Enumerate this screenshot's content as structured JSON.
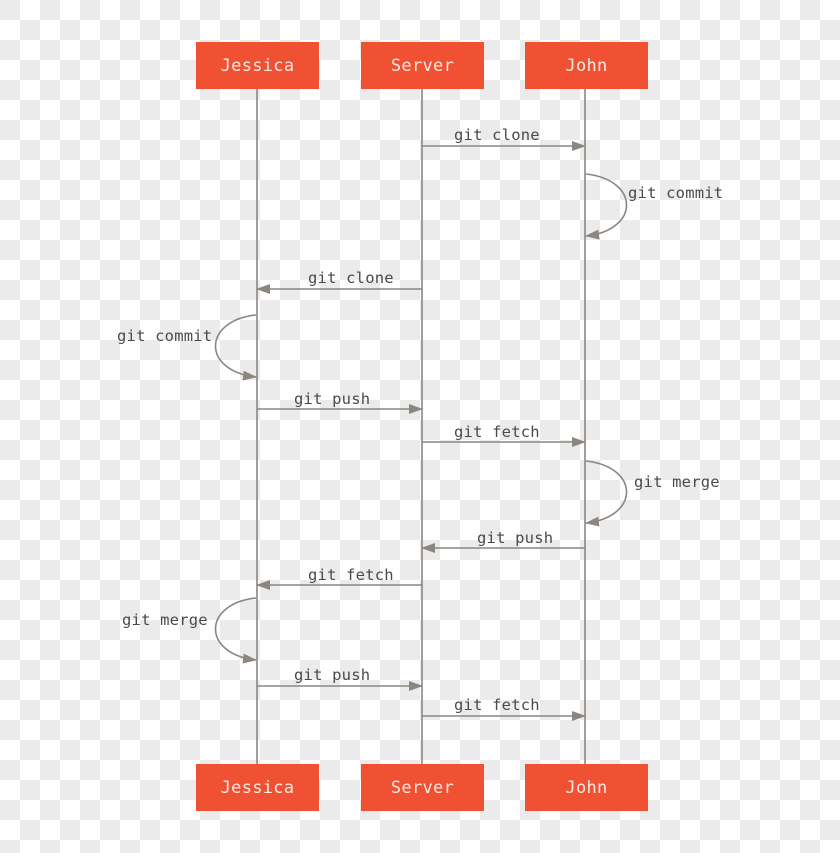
{
  "diagram": {
    "type": "sequence",
    "colors": {
      "actor_fill": "#f05133",
      "actor_text": "#fde9e4",
      "line": "#8c8680",
      "label": "#4a4a4a"
    },
    "actors": [
      {
        "id": "jessica",
        "label": "Jessica"
      },
      {
        "id": "server",
        "label": "Server"
      },
      {
        "id": "john",
        "label": "John"
      }
    ],
    "messages": [
      {
        "from": "server",
        "to": "john",
        "label": "git clone"
      },
      {
        "from": "john",
        "to": "john",
        "label": "git commit"
      },
      {
        "from": "server",
        "to": "jessica",
        "label": "git clone"
      },
      {
        "from": "jessica",
        "to": "jessica",
        "label": "git commit"
      },
      {
        "from": "jessica",
        "to": "server",
        "label": "git push"
      },
      {
        "from": "server",
        "to": "john",
        "label": "git fetch"
      },
      {
        "from": "john",
        "to": "john",
        "label": "git merge"
      },
      {
        "from": "john",
        "to": "server",
        "label": "git push"
      },
      {
        "from": "server",
        "to": "jessica",
        "label": "git fetch"
      },
      {
        "from": "jessica",
        "to": "jessica",
        "label": "git merge"
      },
      {
        "from": "jessica",
        "to": "server",
        "label": "git push"
      },
      {
        "from": "server",
        "to": "john",
        "label": "git fetch"
      }
    ]
  }
}
